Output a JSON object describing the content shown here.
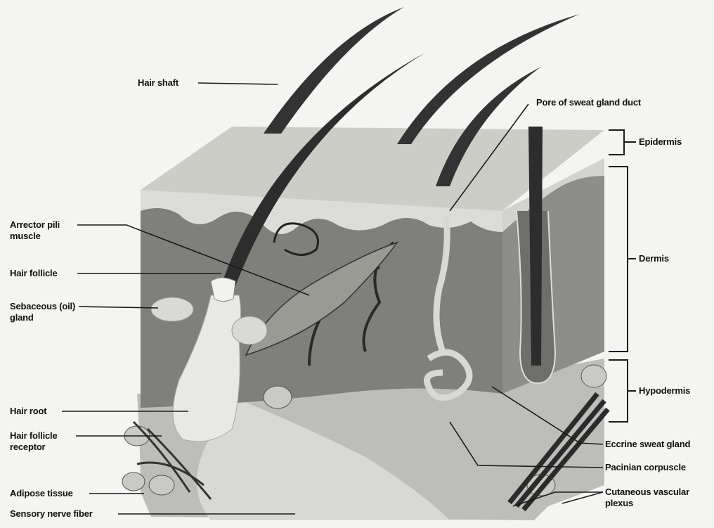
{
  "diagram": {
    "labels": {
      "hair_shaft": "Hair shaft",
      "pore_of_sweat_gland_duct": "Pore of sweat gland duct",
      "epidermis": "Epidermis",
      "dermis": "Dermis",
      "hypodermis": "Hypodermis",
      "arrector_pili_line1": "Arrector pili",
      "arrector_pili_line2": "muscle",
      "hair_follicle": "Hair follicle",
      "sebaceous_line1": "Sebaceous (oil)",
      "sebaceous_line2": "gland",
      "hair_root": "Hair root",
      "hair_follicle_receptor_line1": "Hair follicle",
      "hair_follicle_receptor_line2": "receptor",
      "adipose_tissue": "Adipose tissue",
      "sensory_nerve_fiber": "Sensory nerve fiber",
      "eccrine_sweat_gland": "Eccrine sweat gland",
      "pacinian_corpuscle": "Pacinian corpuscle",
      "cutaneous_vascular_line1": "Cutaneous vascular",
      "cutaneous_vascular_line2": "plexus"
    },
    "colors": {
      "epidermis": "#c9c9c5",
      "dermis": "#7e7e7a",
      "hypodermis": "#b5b5b1",
      "hair": "#2e2e2e",
      "leader": "#1a1a1a",
      "background": "#f4f4f2"
    }
  }
}
